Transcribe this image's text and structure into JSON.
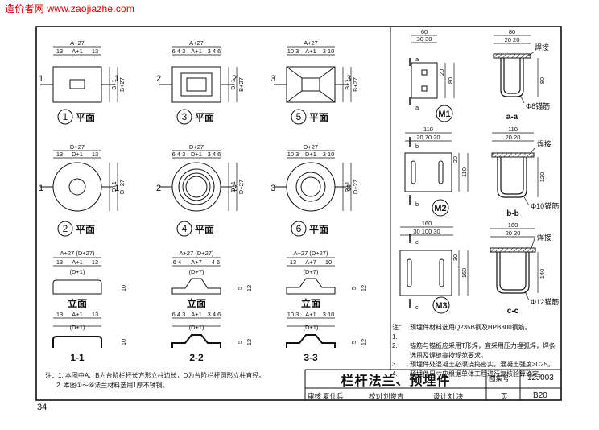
{
  "watermark": "造价者网 www.zaojiazhe.com",
  "page_number": "34",
  "title_block": {
    "title": "栏杆法兰、预埋件",
    "atlas_label": "图集号",
    "atlas_no": "12J003",
    "page_label": "页",
    "page_no": "B20",
    "review_label": "审核",
    "review_name": "夏仕兵",
    "check_label": "校对",
    "check_name": "刘俊吉",
    "design_label": "设计",
    "design_name": "刘 决"
  },
  "plans": [
    {
      "no": "1",
      "label": "平面"
    },
    {
      "no": "3",
      "label": "平面"
    },
    {
      "no": "5",
      "label": "平面"
    },
    {
      "no": "2",
      "label": "平面"
    },
    {
      "no": "4",
      "label": "平面"
    },
    {
      "no": "6",
      "label": "平面"
    }
  ],
  "dims": {
    "a27": "A+27",
    "a1": "A+1",
    "d27": "D+27",
    "d1": "D+1",
    "b27": "B+27",
    "b1": "B+1",
    "a27d": "A+27 (D+27)",
    "a7": "A+7",
    "d7": "(D+7)",
    "d1p": "(D+1)",
    "ap1": "A+1",
    "n13": "13",
    "n10": "10",
    "n12": "12",
    "n5": "5",
    "n7": "7",
    "n6": "6",
    "n643": "6 4 3",
    "n346": "3 4 6",
    "n103": "10 3",
    "n310": "3 10",
    "n64": "6 4",
    "n46": "4 6"
  },
  "section_labels": {
    "elev": "立面",
    "s11": "1-1",
    "s22": "2-2",
    "s33": "3-3",
    "c1": "1",
    "c2": "2",
    "c3": "3"
  },
  "embeds": [
    {
      "id": "M1",
      "w": "60",
      "sub": "30 30",
      "h1": "20",
      "h2": "80",
      "h3": "20",
      "sec": "a",
      "secname": "a-a",
      "top": "80",
      "topsub": "20 20",
      "vert": "80",
      "weld": "焊接",
      "anchor": "Φ8锚筋"
    },
    {
      "id": "M2",
      "w": "110",
      "sub": "20 70 20",
      "h1": "20",
      "h2": "110",
      "h3": "20",
      "sec": "b",
      "secname": "b-b",
      "top": "110",
      "topsub": "20 20",
      "vert": "120",
      "weld": "焊接",
      "anchor": "Φ10锚筋"
    },
    {
      "id": "M3",
      "w": "160",
      "sub": "30 100 30",
      "h1": "30",
      "h2": "160",
      "h3": "30",
      "sec": "c",
      "secname": "c-c",
      "top": "160",
      "topsub": "20 20",
      "vert": "140",
      "weld": "焊接",
      "anchor": "Φ12锚筋",
      "pl": "12"
    }
  ],
  "notes_left": [
    "注：1. 本图中A、B为台阶栏杆长方形立柱边长，D为台阶栏杆圆形立柱直径。",
    "2. 本图①～⑥法兰材料选用1厚不锈钢。"
  ],
  "notes_right": [
    {
      "k": "注：1.",
      "t": "预埋件材料选用Q235B钢及HPB300钢筋。"
    },
    {
      "k": "2.",
      "t": "锚筋与锚板应采用T形焊，宜采用压力埋弧焊，焊条选用及焊缝高按规范要求。"
    },
    {
      "k": "3.",
      "t": "预埋件处混凝土必须浇捣密实，混凝土强度≥C25。"
    },
    {
      "k": "4.",
      "t": "预埋件尺寸应根据单体工程进行复核验算确定。"
    }
  ]
}
